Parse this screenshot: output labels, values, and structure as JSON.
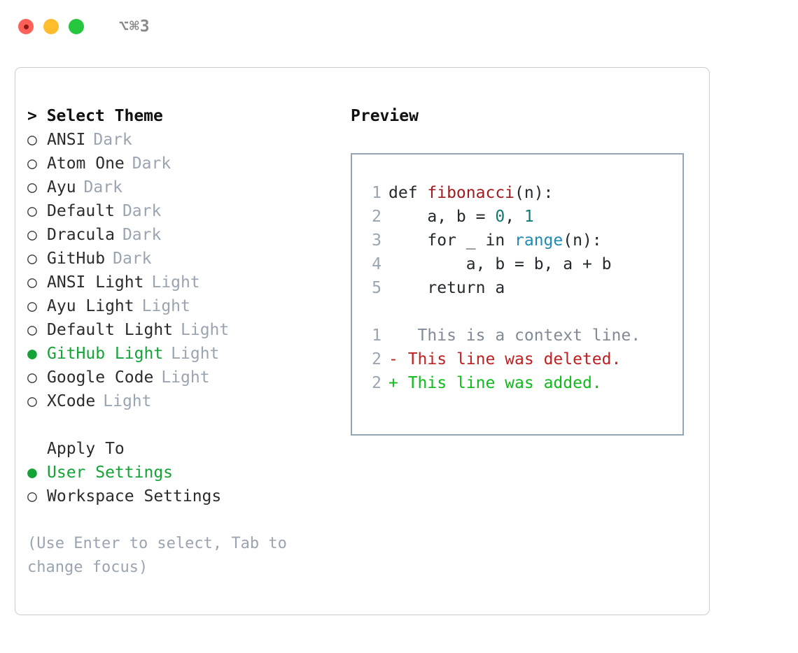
{
  "titlebar": {
    "shortcut": "⌥⌘3",
    "lights": [
      "close-red",
      "minimize-yellow",
      "zoom-green"
    ]
  },
  "colors": {
    "accent_green": "#15a338",
    "muted": "#9aa5b1",
    "panel_border": "#c9cdd2",
    "preview_border": "#96a5b4",
    "diff_add": "#0fbb1a",
    "diff_del": "#c02020",
    "diff_ctx": "#808b96"
  },
  "theme_select": {
    "header": "> Select Theme",
    "items": [
      {
        "marker": "○",
        "name": "ANSI",
        "variant": "Dark",
        "selected": false
      },
      {
        "marker": "○",
        "name": "Atom One",
        "variant": "Dark",
        "selected": false
      },
      {
        "marker": "○",
        "name": "Ayu",
        "variant": "Dark",
        "selected": false
      },
      {
        "marker": "○",
        "name": "Default",
        "variant": "Dark",
        "selected": false
      },
      {
        "marker": "○",
        "name": "Dracula",
        "variant": "Dark",
        "selected": false
      },
      {
        "marker": "○",
        "name": "GitHub",
        "variant": "Dark",
        "selected": false
      },
      {
        "marker": "○",
        "name": "ANSI Light",
        "variant": "Light",
        "selected": false
      },
      {
        "marker": "○",
        "name": "Ayu Light",
        "variant": "Light",
        "selected": false
      },
      {
        "marker": "○",
        "name": "Default Light",
        "variant": "Light",
        "selected": false
      },
      {
        "marker": "●",
        "name": "GitHub Light",
        "variant": "Light",
        "selected": true
      },
      {
        "marker": "○",
        "name": "Google Code",
        "variant": "Light",
        "selected": false
      },
      {
        "marker": "○",
        "name": "XCode",
        "variant": "Light",
        "selected": false
      }
    ]
  },
  "apply_to": {
    "header": "Apply To",
    "options": [
      {
        "marker": "●",
        "label": "User Settings",
        "selected": true
      },
      {
        "marker": "○",
        "label": "Workspace Settings",
        "selected": false
      }
    ]
  },
  "hint": "(Use Enter to select, Tab to change focus)",
  "preview": {
    "title": "Preview",
    "code": [
      {
        "no": "1",
        "parts": [
          {
            "t": "def ",
            "c": "plain"
          },
          {
            "t": "fibonacci",
            "c": "func"
          },
          {
            "t": "(n):",
            "c": "plain"
          }
        ]
      },
      {
        "no": "2",
        "parts": [
          {
            "t": "    a, b = ",
            "c": "plain"
          },
          {
            "t": "0",
            "c": "num"
          },
          {
            "t": ", ",
            "c": "plain"
          },
          {
            "t": "1",
            "c": "num"
          }
        ]
      },
      {
        "no": "3",
        "parts": [
          {
            "t": "    for _ in ",
            "c": "plain"
          },
          {
            "t": "range",
            "c": "call"
          },
          {
            "t": "(n):",
            "c": "plain"
          }
        ]
      },
      {
        "no": "4",
        "parts": [
          {
            "t": "        a, b = b, a + b",
            "c": "plain"
          }
        ]
      },
      {
        "no": "5",
        "parts": [
          {
            "t": "    return a",
            "c": "plain"
          }
        ]
      }
    ],
    "diff": [
      {
        "no": "1",
        "sign": " ",
        "text": "  This is a context line.",
        "kind": "ctx"
      },
      {
        "no": "2",
        "sign": "-",
        "text": " This line was deleted.",
        "kind": "del"
      },
      {
        "no": "2",
        "sign": "+",
        "text": " This line was added.",
        "kind": "add"
      }
    ]
  }
}
